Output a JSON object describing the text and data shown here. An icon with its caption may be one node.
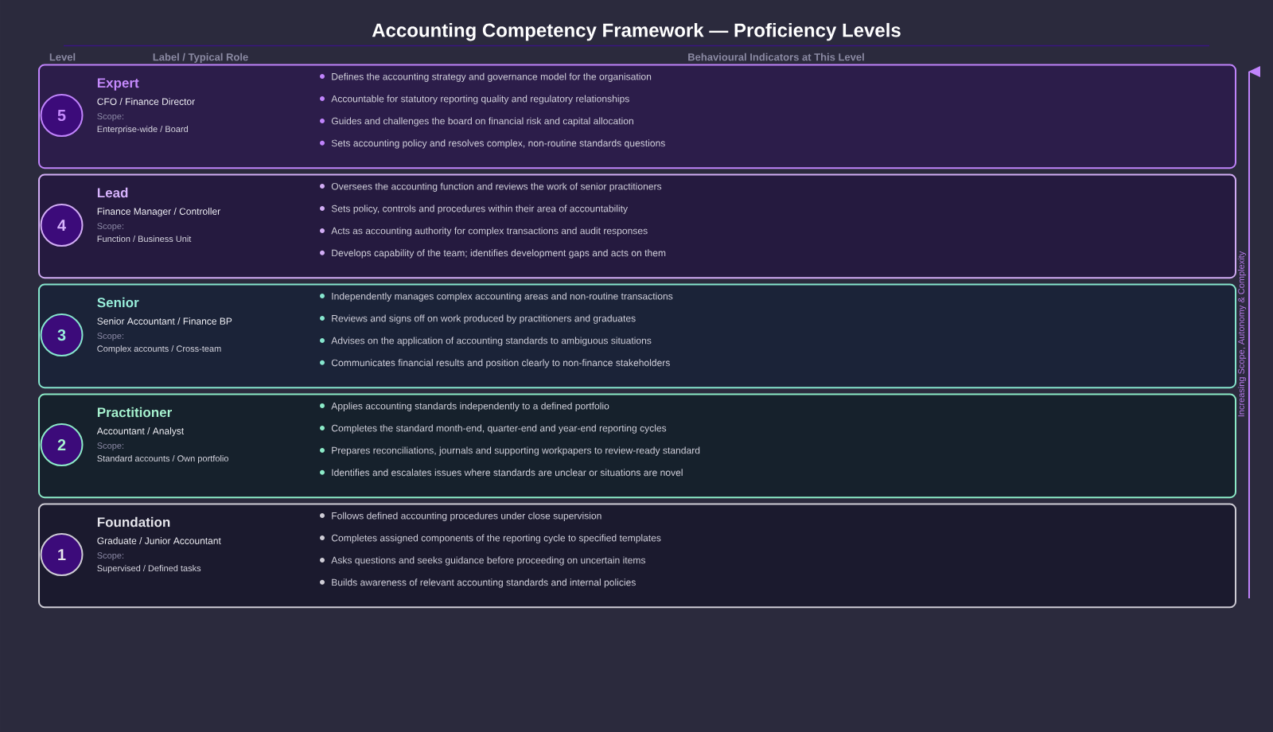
{
  "diagram": {
    "title": "Accounting Competency Framework — Proficiency Levels",
    "nodes": [
      {
        "text": [
          "Expert",
          "CFO / Finance Director",
          "Scope:",
          "Enterprise-wide / Board",
          "Defines the accounting strategy and governance model for the organisation",
          "Accountable for statutory reporting quality and regulatory relationships",
          "Guides and challenges the board on financial risk and capital allocation",
          "Sets accounting policy and resolves complex, non-routine standards questions"
        ]
      },
      {
        "text": [
          "5"
        ],
        "in": 0
      },
      {
        "text": [
          "Lead",
          "Finance Manager / Controller",
          "Scope:",
          "Function / Business Unit",
          "Oversees the accounting function and reviews the work of senior practitioners",
          "Sets policy, controls and procedures within their area of accountability",
          "Acts as accounting authority for complex transactions and audit responses",
          "Develops capability of the team; identifies development gaps and acts on them"
        ]
      },
      {
        "text": [
          "4"
        ],
        "in": 2
      },
      {
        "text": [
          "Senior",
          "Senior Accountant / Finance BP",
          "Scope:",
          "Complex accounts / Cross-team",
          "Independently manages complex accounting areas and non-routine transactions",
          "Reviews and signs off on work produced by practitioners and graduates",
          "Advises on the application of accounting standards to ambiguous situations",
          "Communicates financial results and position clearly to non-finance stakeholders"
        ]
      },
      {
        "text": [
          "3"
        ],
        "in": 4
      },
      {
        "text": [
          "Practitioner",
          "Accountant / Analyst",
          "Scope:",
          "Standard accounts / Own portfolio",
          "Applies accounting standards independently to a defined portfolio",
          "Completes the standard month-end, quarter-end and year-end reporting cycles",
          "Prepares reconciliations, journals and supporting workpapers to review-ready standard",
          "Identifies and escalates issues where standards are unclear or situations are novel"
        ]
      },
      {
        "text": [
          "2"
        ],
        "in": 6
      },
      {
        "text": [
          "Foundation",
          "Graduate / Junior Accountant",
          "Scope:",
          "Supervised / Defined tasks",
          "Follows defined accounting procedures under close supervision",
          "Completes assigned components of the reporting cycle to specified templates",
          "Asks questions and seeks guidance before proceeding on uncertain items",
          "Builds awareness of relevant accounting standards and internal policies"
        ]
      },
      {
        "text": [
          "1"
        ],
        "in": 8
      }
    ],
    "labels": [
      "Level",
      "Label / Typical Role",
      "Behavioural Indicators at This Level",
      "Increasing Scope, Autonomy & Complexity"
    ]
  }
}
